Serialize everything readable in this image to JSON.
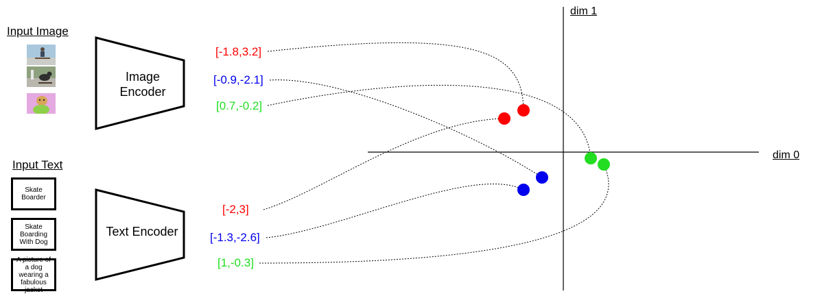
{
  "input_image_heading": "Input Image",
  "input_text_heading": "Input Text",
  "image_encoder_label": "Image\nEncoder",
  "text_encoder_label": "Text Encoder",
  "input_texts": [
    "Skate Boarder",
    "Skate Boarding With Dog",
    "A picture of a dog wearing a fabulous jacket"
  ],
  "image_thumbnails": [
    "skateboarder-photo",
    "skateboarding-with-dog-photo",
    "dog-in-jacket-photo"
  ],
  "axes": {
    "x_label": "dim 0",
    "y_label": "dim 1"
  },
  "colors": {
    "pair1": "#ff0000",
    "pair2": "#0000ee",
    "pair3": "#22dd22"
  },
  "chart_data": {
    "type": "scatter",
    "xlabel": "dim 0",
    "ylabel": "dim 1",
    "series": [
      {
        "values": [
          {
            "label": "[-1.8,3.2]",
            "x": -1.8,
            "y": 3.2,
            "source": "image",
            "color": "#ff0000"
          },
          {
            "label": "[-2,3]",
            "x": -2,
            "y": 3,
            "source": "text",
            "color": "#ff0000"
          }
        ]
      },
      {
        "values": [
          {
            "label": "[-0.9,-2.1]",
            "x": -0.9,
            "y": -2.1,
            "source": "image",
            "color": "#0000ee"
          },
          {
            "label": "[-1.3,-2.6]",
            "x": -1.3,
            "y": -2.6,
            "source": "text",
            "color": "#0000ee"
          }
        ]
      },
      {
        "values": [
          {
            "label": "[0.7,-0.2]",
            "x": 0.7,
            "y": -0.2,
            "source": "image",
            "color": "#22dd22"
          },
          {
            "label": "[1,-0.3]",
            "x": 1,
            "y": -0.3,
            "source": "text",
            "color": "#22dd22"
          }
        ]
      }
    ]
  }
}
